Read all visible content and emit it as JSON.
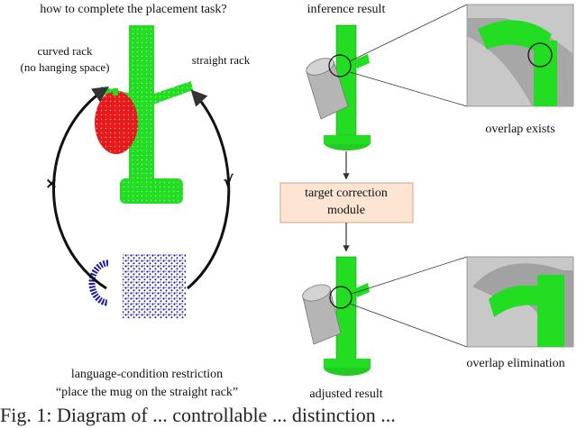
{
  "left_panel": {
    "question": "how to complete the placement task?",
    "curved_rack_label_line1": "curved rack",
    "curved_rack_label_line2": "(no hanging space)",
    "straight_rack_label": "straight rack",
    "wrong_mark": "×",
    "right_mark": "√",
    "restriction_title": "language-condition restriction",
    "restriction_text": "“place the mug on the straight rack”"
  },
  "right_panel": {
    "inference_label": "inference result",
    "overlap_exists_label": "overlap exists",
    "module_label_line1": "target correction",
    "module_label_line2": "module",
    "adjusted_label": "adjusted result",
    "overlap_elimination_label": "overlap elimination"
  },
  "caption": "Fig. 1: Diagram of ... controllable ... distinction ...",
  "colors": {
    "rack_green": "#22dd22",
    "apple_red": "#e51b1b",
    "mug_blue": "#1a1aa8",
    "mug_gray": "#a9a9a9",
    "module_fill": "#fde4d3",
    "module_border": "#d4a48a"
  }
}
